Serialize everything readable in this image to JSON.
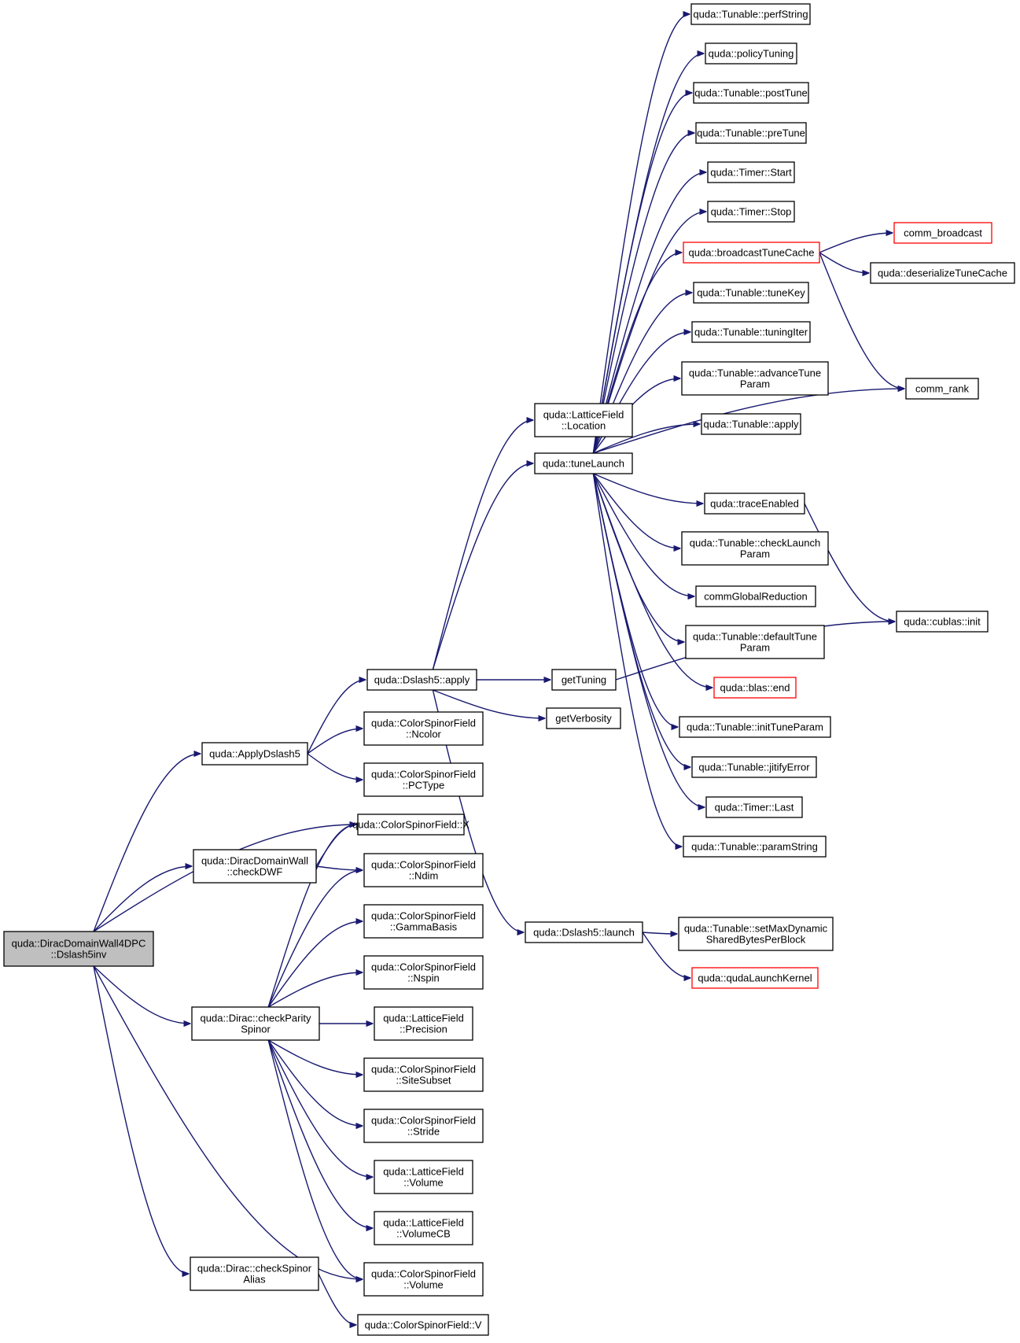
{
  "diagram": {
    "type": "call-graph",
    "colors": {
      "edge": "#191970",
      "root_fill": "#bfbfbf",
      "node_fill": "#ffffff",
      "node_border": "#000000",
      "truncated_border": "#ff0000"
    },
    "nodes": [
      {
        "id": "root",
        "lines": [
          "quda::DiracDomainWall4DPC",
          "::Dslash5inv"
        ],
        "style": "root"
      },
      {
        "id": "applyDslash5",
        "lines": [
          "quda::ApplyDslash5"
        ]
      },
      {
        "id": "csfX",
        "lines": [
          "quda::ColorSpinorField::X"
        ]
      },
      {
        "id": "checkDWF",
        "lines": [
          "quda::DiracDomainWall",
          "::checkDWF"
        ]
      },
      {
        "id": "checkParity",
        "lines": [
          "quda::Dirac::checkParity",
          "Spinor"
        ]
      },
      {
        "id": "checkAlias",
        "lines": [
          "quda::Dirac::checkSpinor",
          "Alias"
        ]
      },
      {
        "id": "dslashApply",
        "lines": [
          "quda::Dslash5::apply"
        ]
      },
      {
        "id": "ncolor",
        "lines": [
          "quda::ColorSpinorField",
          "::Ncolor"
        ]
      },
      {
        "id": "pctype",
        "lines": [
          "quda::ColorSpinorField",
          "::PCType"
        ]
      },
      {
        "id": "ndim",
        "lines": [
          "quda::ColorSpinorField",
          "::Ndim"
        ]
      },
      {
        "id": "gammabasis",
        "lines": [
          "quda::ColorSpinorField",
          "::GammaBasis"
        ]
      },
      {
        "id": "nspin",
        "lines": [
          "quda::ColorSpinorField",
          "::Nspin"
        ]
      },
      {
        "id": "precision",
        "lines": [
          "quda::LatticeField",
          "::Precision"
        ]
      },
      {
        "id": "sitesubset",
        "lines": [
          "quda::ColorSpinorField",
          "::SiteSubset"
        ]
      },
      {
        "id": "stride",
        "lines": [
          "quda::ColorSpinorField",
          "::Stride"
        ]
      },
      {
        "id": "lfvolume",
        "lines": [
          "quda::LatticeField",
          "::Volume"
        ]
      },
      {
        "id": "volumecb",
        "lines": [
          "quda::LatticeField",
          "::VolumeCB"
        ]
      },
      {
        "id": "csfvolume",
        "lines": [
          "quda::ColorSpinorField",
          "::Volume"
        ]
      },
      {
        "id": "csfV",
        "lines": [
          "quda::ColorSpinorField::V"
        ]
      },
      {
        "id": "location",
        "lines": [
          "quda::LatticeField",
          "::Location"
        ]
      },
      {
        "id": "tuneLaunch",
        "lines": [
          "quda::tuneLaunch"
        ]
      },
      {
        "id": "getTuning",
        "lines": [
          "getTuning"
        ]
      },
      {
        "id": "getVerbosity",
        "lines": [
          "getVerbosity"
        ]
      },
      {
        "id": "dslashLaunch",
        "lines": [
          "quda::Dslash5::launch"
        ]
      },
      {
        "id": "perfString",
        "lines": [
          "quda::Tunable::perfString"
        ]
      },
      {
        "id": "policyTuning",
        "lines": [
          "quda::policyTuning"
        ]
      },
      {
        "id": "postTune",
        "lines": [
          "quda::Tunable::postTune"
        ]
      },
      {
        "id": "preTune",
        "lines": [
          "quda::Tunable::preTune"
        ]
      },
      {
        "id": "timerStart",
        "lines": [
          "quda::Timer::Start"
        ]
      },
      {
        "id": "timerStop",
        "lines": [
          "quda::Timer::Stop"
        ]
      },
      {
        "id": "broadcast",
        "lines": [
          "quda::broadcastTuneCache"
        ],
        "style": "red"
      },
      {
        "id": "tuneKey",
        "lines": [
          "quda::Tunable::tuneKey"
        ]
      },
      {
        "id": "tuningIter",
        "lines": [
          "quda::Tunable::tuningIter"
        ]
      },
      {
        "id": "advanceTune",
        "lines": [
          "quda::Tunable::advanceTune",
          "Param"
        ]
      },
      {
        "id": "tunableApply",
        "lines": [
          "quda::Tunable::apply"
        ]
      },
      {
        "id": "traceEnabled",
        "lines": [
          "quda::traceEnabled"
        ]
      },
      {
        "id": "checkLaunch",
        "lines": [
          "quda::Tunable::checkLaunch",
          "Param"
        ]
      },
      {
        "id": "commGlobal",
        "lines": [
          "commGlobalReduction"
        ]
      },
      {
        "id": "defaultTune",
        "lines": [
          "quda::Tunable::defaultTune",
          "Param"
        ]
      },
      {
        "id": "blasEnd",
        "lines": [
          "quda::blas::end"
        ],
        "style": "red"
      },
      {
        "id": "initTune",
        "lines": [
          "quda::Tunable::initTuneParam"
        ]
      },
      {
        "id": "jitify",
        "lines": [
          "quda::Tunable::jitifyError"
        ]
      },
      {
        "id": "timerLast",
        "lines": [
          "quda::Timer::Last"
        ]
      },
      {
        "id": "paramString",
        "lines": [
          "quda::Tunable::paramString"
        ]
      },
      {
        "id": "setMaxDyn",
        "lines": [
          "quda::Tunable::setMaxDynamic",
          "SharedBytesPerBlock"
        ]
      },
      {
        "id": "qudaLaunch",
        "lines": [
          "quda::qudaLaunchKernel"
        ],
        "style": "red"
      },
      {
        "id": "commBroadcast",
        "lines": [
          "comm_broadcast"
        ],
        "style": "red"
      },
      {
        "id": "deserialize",
        "lines": [
          "quda::deserializeTuneCache"
        ]
      },
      {
        "id": "commRank",
        "lines": [
          "comm_rank"
        ]
      },
      {
        "id": "cublasInit",
        "lines": [
          "quda::cublas::init"
        ]
      }
    ]
  }
}
